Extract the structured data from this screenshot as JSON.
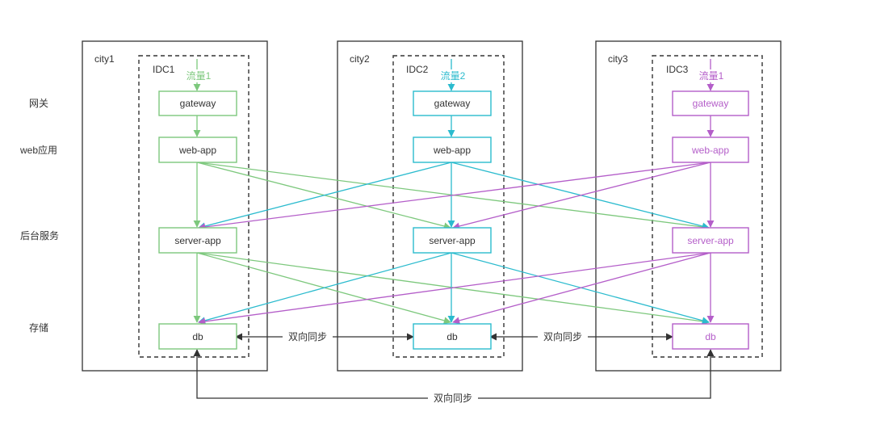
{
  "colors": {
    "city1": "#7dc87d",
    "city2": "#2bbbce",
    "city3": "#b45ec9",
    "sync": "#333333"
  },
  "row_labels": [
    "网关",
    "web应用",
    "后台服务",
    "存储"
  ],
  "cities": [
    {
      "name": "city1",
      "idc": "IDC1",
      "traffic": "流量1",
      "services": [
        "gateway",
        "web-app",
        "server-app",
        "db"
      ]
    },
    {
      "name": "city2",
      "idc": "IDC2",
      "traffic": "流量2",
      "services": [
        "gateway",
        "web-app",
        "server-app",
        "db"
      ]
    },
    {
      "name": "city3",
      "idc": "IDC3",
      "traffic": "流量1",
      "services": [
        "gateway",
        "web-app",
        "server-app",
        "db"
      ]
    }
  ],
  "sync_labels": [
    "双向同步",
    "双向同步",
    "双向同步"
  ]
}
